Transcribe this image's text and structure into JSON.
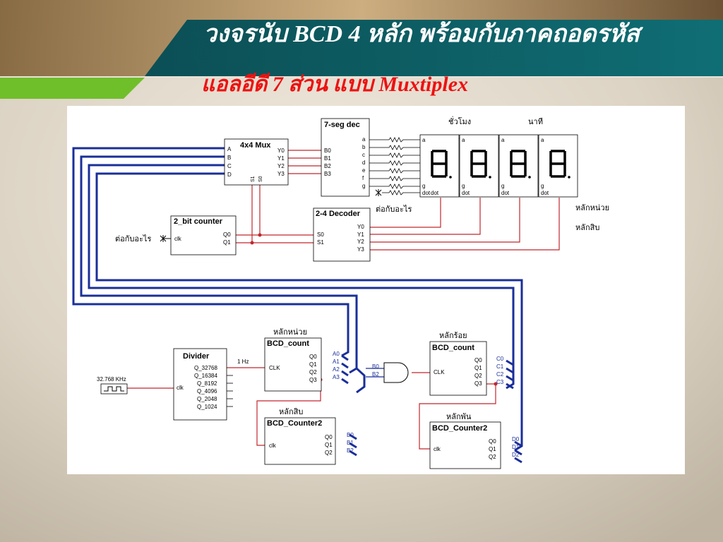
{
  "slide": {
    "title_line1": "วงจรนับ BCD 4 หลัก พร้อมกับภาคถอดรหัส",
    "title_line2": "แอลอีดี 7 ส่วน แบบ Muxtiplex"
  },
  "colors": {
    "accent_teal": "#0d5f63",
    "accent_green": "#6fbf2a",
    "title_red": "#ee1111",
    "bus_blue": "#1a2f9a",
    "wire_red": "#c0272d"
  },
  "mux": {
    "title": "4x4 Mux",
    "inputs": [
      "A",
      "B",
      "C",
      "D"
    ],
    "outputs": [
      "Y0",
      "Y1",
      "Y2",
      "Y3"
    ],
    "selects": [
      "S1",
      "S0"
    ]
  },
  "seg_decoder": {
    "title": "7-seg dec",
    "inputs": [
      "B0",
      "B1",
      "B2",
      "B3"
    ],
    "outputs": [
      "a",
      "b",
      "c",
      "d",
      "e",
      "f",
      "g"
    ]
  },
  "bit_counter": {
    "title": "2_bit counter",
    "clk": "clk",
    "outputs": [
      "Q0",
      "Q1"
    ],
    "connect_label": "ต่อกับอะไร"
  },
  "decoder24": {
    "title": "2-4 Decoder",
    "inputs": [
      "S0",
      "S1"
    ],
    "outputs": [
      "Y0",
      "Y1",
      "Y2",
      "Y3"
    ],
    "connect_label": "ต่อกับอะไร"
  },
  "displays": {
    "labels": [
      "ชั่วโมง",
      "นาที"
    ],
    "pin_top": "a",
    "pin_g": "g",
    "pin_dot": "dot",
    "dp_label": "dot",
    "digit_labels": [
      "หลักหน่วย",
      "หลักสิบ"
    ]
  },
  "divider": {
    "title": "Divider",
    "clk": "clk",
    "outputs": [
      "Q_32768",
      "Q_16384",
      "Q_8192",
      "Q_4096",
      "Q_2048",
      "Q_1024"
    ],
    "freq_label": "1 Hz"
  },
  "oscillator": {
    "label": "32.768 KHz"
  },
  "counters": {
    "units": {
      "place": "หลักหน่วย",
      "title": "BCD_count",
      "clk": "CLK",
      "outputs": [
        "Q0",
        "Q1",
        "Q2",
        "Q3"
      ],
      "bus": [
        "A0",
        "A1",
        "A2",
        "A3"
      ]
    },
    "tens": {
      "place": "หลักสิบ",
      "title": "BCD_Counter2",
      "clk": "clk",
      "outputs": [
        "Q0",
        "Q1",
        "Q2"
      ],
      "bus": [
        "B0",
        "B1",
        "B2"
      ]
    },
    "hundreds": {
      "place": "หลักร้อย",
      "title": "BCD_count",
      "clk": "CLK",
      "outputs": [
        "Q0",
        "Q1",
        "Q2",
        "Q3"
      ],
      "bus": [
        "C0",
        "C1",
        "C2",
        "C3"
      ]
    },
    "thousands": {
      "place": "หลักพัน",
      "title": "BCD_Counter2",
      "clk": "clk",
      "outputs": [
        "Q0",
        "Q1",
        "Q2"
      ],
      "bus": [
        "D0",
        "D1",
        "D2"
      ]
    }
  },
  "and_gate": {
    "inputs": [
      "B0",
      "B2"
    ]
  }
}
